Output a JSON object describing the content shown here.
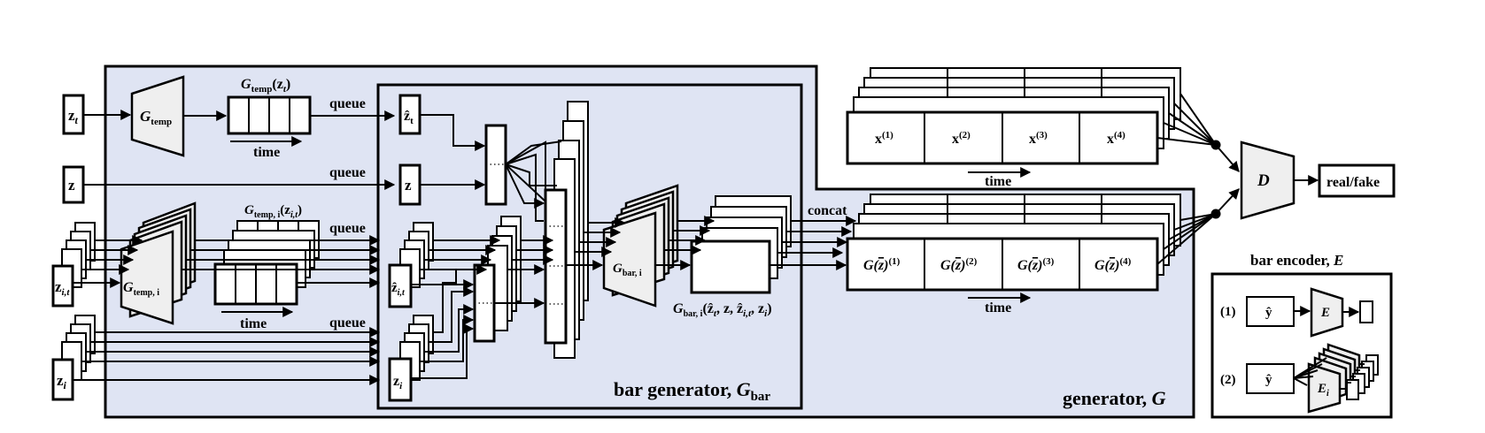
{
  "colors": {
    "generator_bg": "#dfe4f3",
    "bar_generator_bg": "#dfe4f3",
    "trapezoid_fill": "#efefef",
    "stroke": "#000000"
  },
  "inputs": {
    "zt": "z",
    "zt_sub": "t",
    "z": "z",
    "zit": "z",
    "zit_sub": "i,t",
    "zi": "z",
    "zi_sub": "i"
  },
  "labels": {
    "g_temp": "G",
    "g_temp_sub": "temp",
    "g_temp_out": "G",
    "g_temp_out_sub": "temp",
    "g_temp_out_arg": "(z",
    "g_temp_out_arg_sub": "t",
    "g_temp_out_close": ")",
    "g_temp_i": "G",
    "g_temp_i_sub": "temp, i",
    "g_temp_i_out": "G",
    "g_temp_i_out_sub": "temp, i",
    "g_temp_i_out_arg": "(z",
    "g_temp_i_out_arg_sub": "i,t",
    "g_temp_i_out_close": ")",
    "time": "time",
    "queue": "queue",
    "concat": "concat",
    "zhat_t": "ẑ",
    "zhat_t_sub": "t",
    "z_inner": "z",
    "zhat_it": "ẑ",
    "zhat_it_sub": "i,t",
    "zi_inner": "z",
    "zi_inner_sub": "i",
    "g_bar_i": "G",
    "g_bar_i_sub": "bar, i",
    "g_bar_out_main": "G",
    "g_bar_out_sub": "bar, i",
    "g_bar_out_args": "(ẑ",
    "g_bar_out_args2": ", z, ẑ",
    "g_bar_out_args3": ", z",
    "g_bar_out_close": ")",
    "bar_generator": "bar generator, ",
    "bar_generator_sym": "G",
    "bar_generator_sub": "bar",
    "generator": "generator, ",
    "generator_sym": "G",
    "discriminator": "D",
    "real_fake": "real/fake",
    "bar_encoder": "bar encoder, ",
    "bar_encoder_sym": "E",
    "enc_row1": "(1)",
    "enc_row2": "(2)",
    "yhat": "ŷ",
    "enc_E": "E",
    "enc_Ei": "E",
    "enc_Ei_sub": "i"
  },
  "real_samples": [
    {
      "base": "x",
      "sup": "(1)"
    },
    {
      "base": "x",
      "sup": "(2)"
    },
    {
      "base": "x",
      "sup": "(3)"
    },
    {
      "base": "x",
      "sup": "(4)"
    }
  ],
  "fake_samples": [
    {
      "base": "G(",
      "mid": "z",
      "close": ")",
      "sup": "(1)"
    },
    {
      "base": "G(",
      "mid": "z",
      "close": ")",
      "sup": "(2)"
    },
    {
      "base": "G(",
      "mid": "z",
      "close": ")",
      "sup": "(3)"
    },
    {
      "base": "G(",
      "mid": "z",
      "close": ")",
      "sup": "(4)"
    }
  ]
}
